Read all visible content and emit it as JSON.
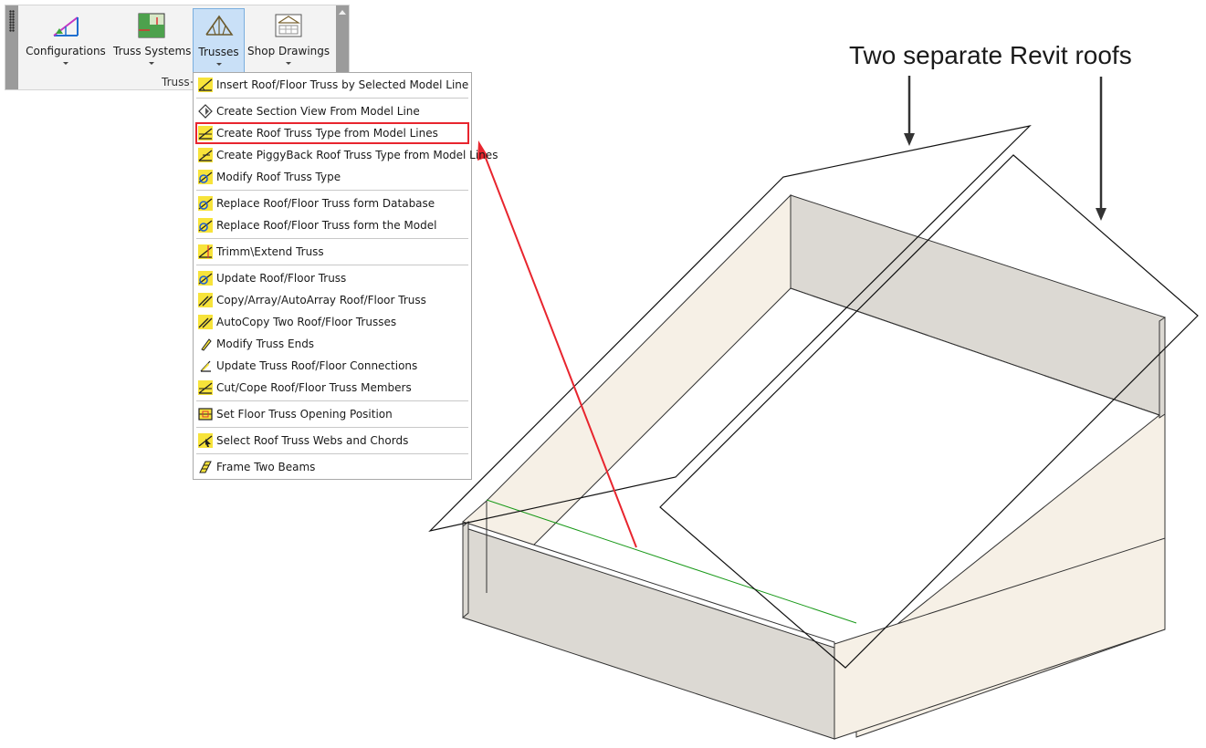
{
  "ribbon": {
    "buttons": [
      {
        "label": "Configurations",
        "icon": "configurations-icon"
      },
      {
        "label": "Truss Systems",
        "icon": "truss-systems-icon"
      },
      {
        "label": "Trusses",
        "icon": "trusses-icon"
      },
      {
        "label": "Shop Drawings",
        "icon": "shop-drawings-icon"
      }
    ],
    "panel_label": "Truss+"
  },
  "menu": {
    "items": [
      {
        "label": "Insert Roof/Floor Truss by Selected Model Line",
        "icon": "insert-truss-icon"
      },
      {
        "label": "Create Section View From Model Line",
        "icon": "section-view-icon"
      },
      {
        "label": "Create Roof Truss Type from Model Lines",
        "icon": "create-truss-type-icon"
      },
      {
        "label": "Create PiggyBack Roof Truss Type from Model Lines",
        "icon": "piggyback-truss-icon"
      },
      {
        "label": "Modify Roof Truss Type",
        "icon": "modify-truss-type-icon"
      },
      {
        "label": "Replace Roof/Floor Truss form Database",
        "icon": "replace-database-icon"
      },
      {
        "label": "Replace Roof/Floor Truss form the Model",
        "icon": "replace-model-icon"
      },
      {
        "label": "Trimm\\Extend Truss",
        "icon": "trim-extend-icon"
      },
      {
        "label": "Update Roof/Floor Truss",
        "icon": "update-truss-icon"
      },
      {
        "label": "Copy/Array/AutoArray Roof/Floor Truss",
        "icon": "copy-array-icon"
      },
      {
        "label": "AutoCopy Two Roof/Floor Trusses",
        "icon": "autocopy-icon"
      },
      {
        "label": "Modify Truss Ends",
        "icon": "truss-ends-icon"
      },
      {
        "label": "Update Truss Roof/Floor Connections",
        "icon": "connections-icon"
      },
      {
        "label": "Cut/Cope Roof/Floor Truss Members",
        "icon": "cut-cope-icon"
      },
      {
        "label": "Set Floor Truss Opening Position",
        "icon": "opening-position-icon"
      },
      {
        "label": "Select Roof Truss Webs and Chords",
        "icon": "select-webs-icon"
      },
      {
        "label": "Frame Two Beams",
        "icon": "frame-beams-icon"
      }
    ],
    "highlighted_item": "Create Roof Truss Type from Model Lines"
  },
  "annotation": {
    "text": "Two separate Revit roofs",
    "color": "#1a1a1a"
  },
  "colors": {
    "highlight_box": "#e8252e",
    "pointer_arrow": "#e8252e",
    "model_line": "#1a9a1a",
    "wall_light": "#f6f0e6",
    "wall_shade": "#dcd9d3",
    "ribbon_active": "#c9e0f7"
  }
}
